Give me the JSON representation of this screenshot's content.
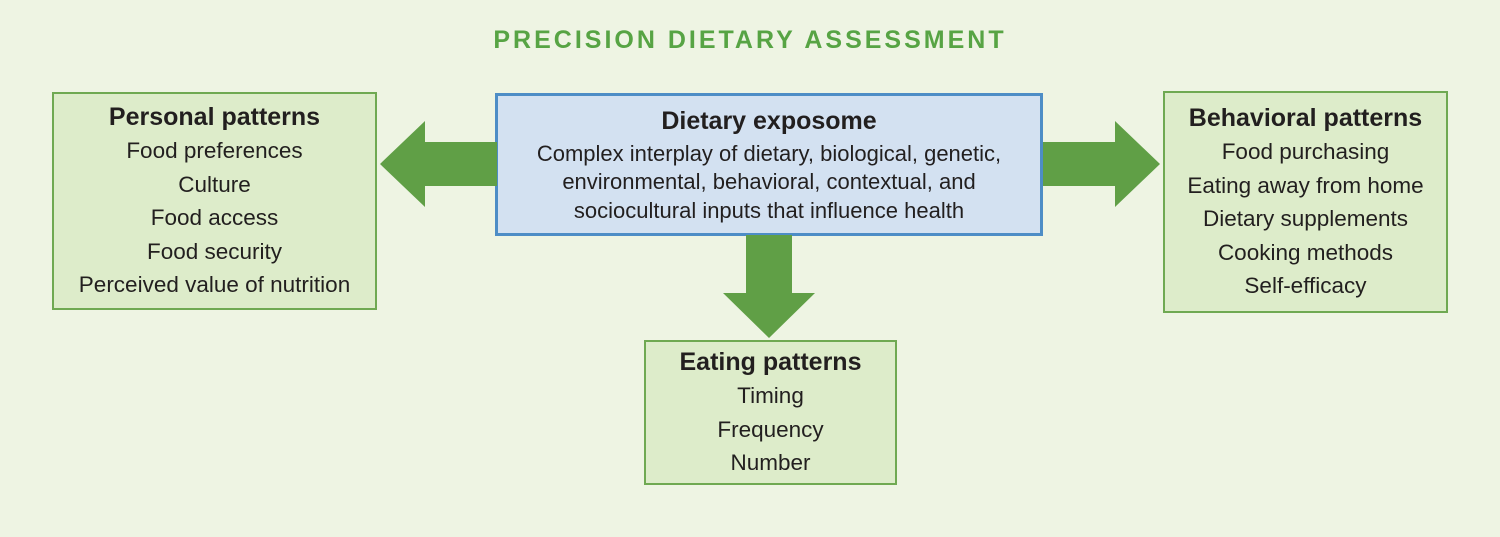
{
  "title": "PRECISION DIETARY ASSESSMENT",
  "center_box": {
    "heading": "Dietary exposome",
    "body": "Complex interplay of dietary, biological, genetic, environmental, behavioral, contextual, and sociocultural inputs that influence health"
  },
  "left_box": {
    "heading": "Personal patterns",
    "items": [
      "Food preferences",
      "Culture",
      "Food access",
      "Food security",
      "Perceived value of nutrition"
    ]
  },
  "right_box": {
    "heading": "Behavioral patterns",
    "items": [
      "Food purchasing",
      "Eating away from home",
      "Dietary supplements",
      "Cooking methods",
      "Self-efficacy"
    ]
  },
  "bottom_box": {
    "heading": "Eating patterns",
    "items": [
      "Timing",
      "Frequency",
      "Number"
    ]
  },
  "colors": {
    "background": "#eef4e3",
    "title_green": "#57a444",
    "green_box_fill": "#ddecca",
    "green_box_border": "#6fa952",
    "blue_box_fill": "#d3e1f1",
    "blue_box_border": "#4d8dc6",
    "arrow_green": "#609f46",
    "text": "#221f1f"
  }
}
